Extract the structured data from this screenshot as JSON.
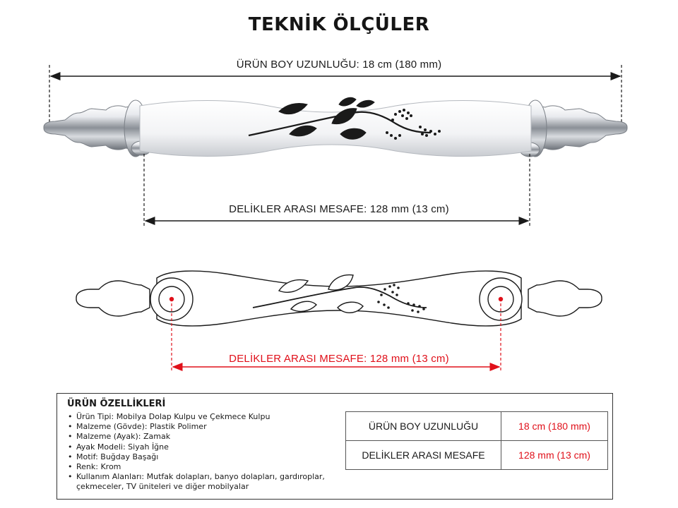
{
  "title": "TEKNİK ÖLÇÜLER",
  "dimensions": {
    "total_length_label": "ÜRÜN BOY UZUNLUĞU: 18 cm (180 mm)",
    "hole_distance_label": "DELİKLER ARASI MESAFE: 128 mm (13 cm)",
    "hole_distance_label_outline": "DELİKLER ARASI MESAFE: 128 mm (13 cm)"
  },
  "specs": {
    "heading": "ÜRÜN ÖZELLİKLERİ",
    "items": [
      "Ürün Tipi: Mobilya Dolap Kulpu ve Çekmece Kulpu",
      "Malzeme (Gövde): Plastik Polimer",
      "Malzeme (Ayak): Zamak",
      "Ayak Modeli: Siyah İğne",
      "Motif: Buğday Başağı",
      "Renk: Krom",
      "Kullanım Alanları: Mutfak dolapları, banyo dolapları, gardıroplar, çekmeceler, TV üniteleri ve diğer mobilyalar"
    ]
  },
  "summary": {
    "rows": [
      {
        "label": "ÜRÜN BOY UZUNLUĞU",
        "value": "18 cm (180 mm)"
      },
      {
        "label": "DELİKLER ARASI MESAFE",
        "value": "128 mm (13 cm)"
      }
    ]
  },
  "colors": {
    "accent_red": "#e0101a",
    "chrome": "#c9cdd2",
    "porcelain": "#f4f5f7",
    "line": "#1a1a1a"
  },
  "icons": {
    "handle_photo": "cabinet-handle-drawing",
    "handle_outline": "cabinet-handle-outline-drawing"
  }
}
